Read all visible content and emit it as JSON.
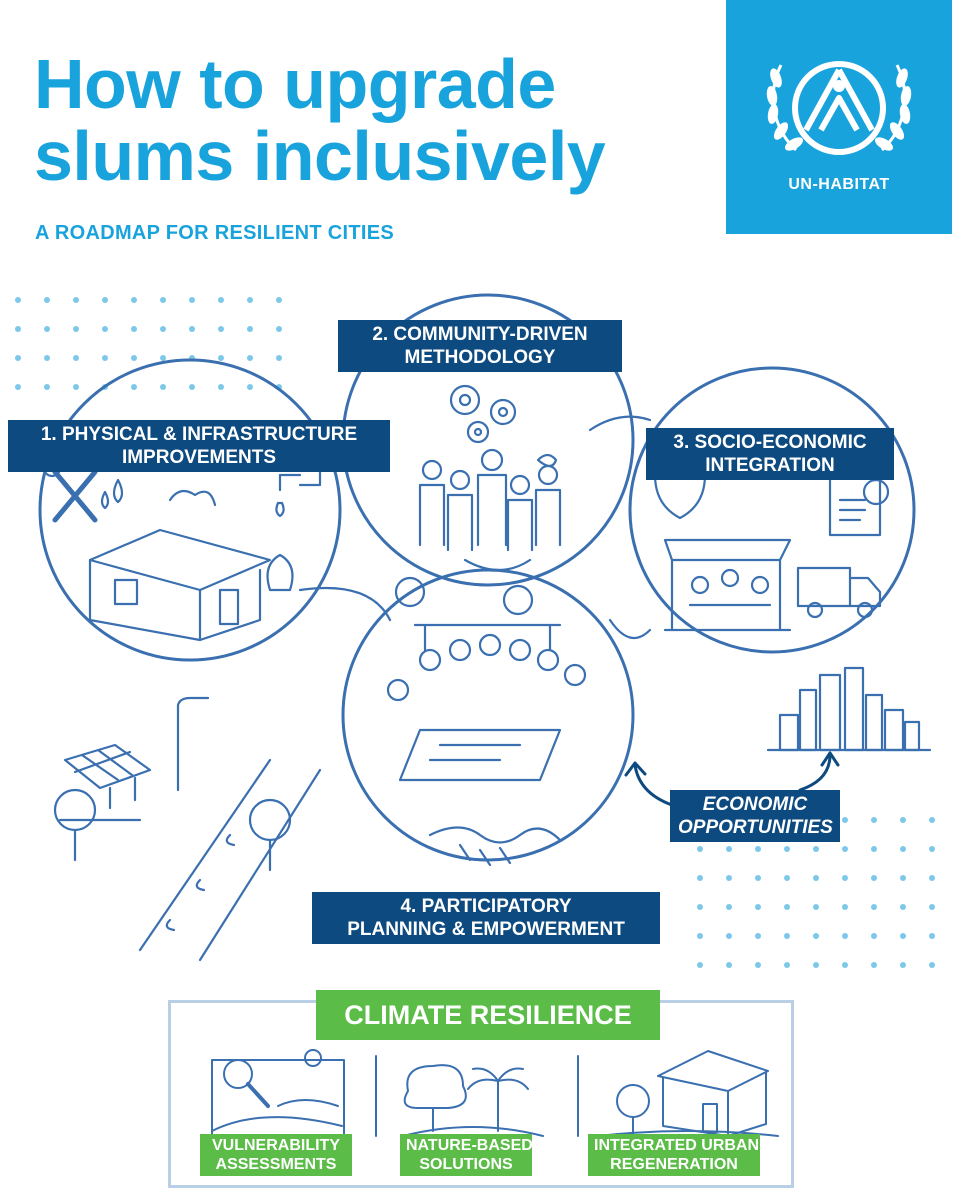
{
  "header": {
    "title_line1": "How to upgrade",
    "title_line2": "slums inclusively",
    "subtitle": "A ROADMAP FOR RESILIENT CITIES"
  },
  "logo": {
    "text": "UN-HABITAT",
    "icon": "un-habitat-emblem-icon"
  },
  "steps": [
    {
      "line1": "1. PHYSICAL & INFRASTRUCTURE",
      "line2": "IMPROVEMENTS"
    },
    {
      "line1": "2. COMMUNITY-DRIVEN",
      "line2": "METHODOLOGY"
    },
    {
      "line1": "3. SOCIO-ECONOMIC",
      "line2": "INTEGRATION"
    },
    {
      "line1": "4. PARTICIPATORY",
      "line2": "PLANNING & EMPOWERMENT"
    }
  ],
  "economic": {
    "line1": "ECONOMIC",
    "line2": "OPPORTUNITIES"
  },
  "climate": {
    "title": "CLIMATE RESILIENCE",
    "items": [
      {
        "line1": "VULNERABILITY",
        "line2": "ASSESSMENTS",
        "icon": "magnifier-landscape-icon"
      },
      {
        "line1": "NATURE-BASED",
        "line2": "SOLUTIONS",
        "icon": "tree-palm-icon"
      },
      {
        "line1": "INTEGRATED URBAN",
        "line2": "REGENERATION",
        "icon": "house-tree-icon"
      }
    ]
  },
  "colors": {
    "brand_blue": "#19a3dc",
    "label_navy": "#0d4a7f",
    "climate_green": "#5bbd47",
    "sketch_blue": "#3a6fb0"
  },
  "icons": [
    "wrench-screwdriver-icon",
    "water-drop-icon",
    "faucet-icon",
    "house-icon",
    "gears-icon",
    "people-group-icon",
    "shield-icon",
    "certificate-icon",
    "market-stall-icon",
    "delivery-truck-icon",
    "question-bubble-icon",
    "solar-panel-icon",
    "street-lamp-icon",
    "handshake-icon",
    "city-skyline-icon",
    "curved-arrow-icon"
  ]
}
